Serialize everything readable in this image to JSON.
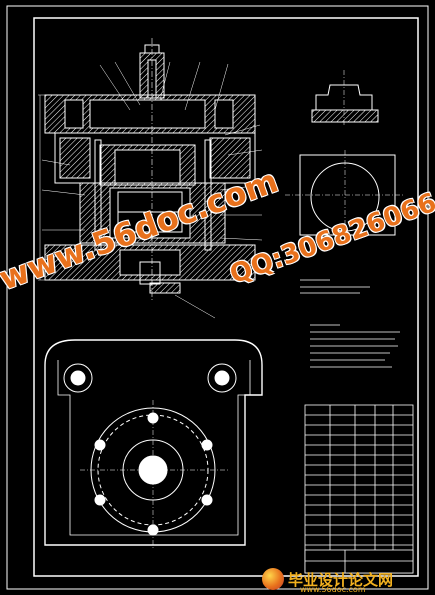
{
  "watermarks": {
    "site": "www.56doc.com",
    "qq": "QQ:306826066"
  },
  "footer": {
    "logo_text": "毕业设计论文网",
    "url": "www.56doc.com"
  },
  "colors": {
    "background": "#000000",
    "lines": "#ffffff",
    "watermark": "#e8711c",
    "logo": "#f2b01e"
  },
  "icons": [
    "globe-logo-icon"
  ]
}
